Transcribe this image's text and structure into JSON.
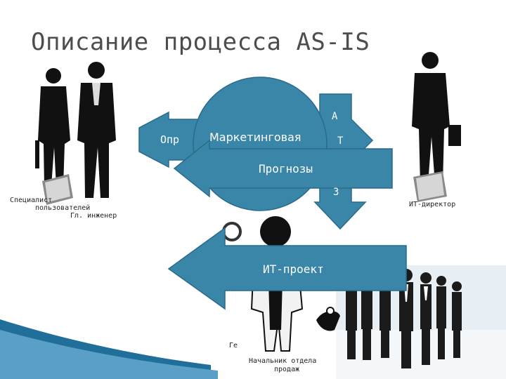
{
  "slide": {
    "title": "Описание процесса AS-IS",
    "shapes": {
      "arrow_left_top_label": "Опр",
      "circle_label": "Маркетинговая",
      "arrow_prognoz": "Прогнозы",
      "arrow_it_project": "ИТ-проект",
      "partial_letter_a": "А",
      "partial_letter_t": "Т",
      "partial_letter_z": "З"
    },
    "people": {
      "specialist_line1": "Специалист",
      "specialist_line2": "пользователей",
      "chief_engineer": "Гл. инженер",
      "it_director": "ИТ-директор",
      "general_partial": "Ге",
      "sales_head_line1": "Начальник отдела",
      "sales_head_line2": "продаж"
    },
    "colors": {
      "arrow_fill": "#3a86a8",
      "arrow_stroke": "#2a6a8a",
      "accent_bg": "#1f6f9a"
    }
  }
}
